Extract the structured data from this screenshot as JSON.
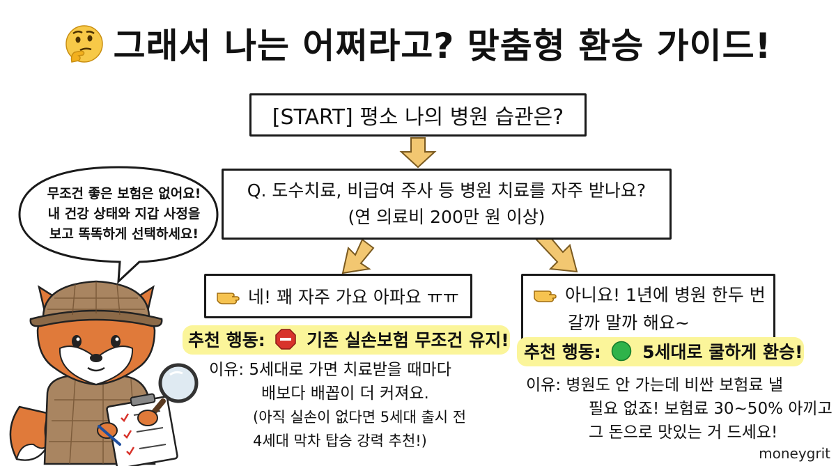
{
  "title": {
    "text": "그래서 나는 어쩌라고? 맞춤형 환승 가이드!",
    "emoji_icon": "thinking-face-icon"
  },
  "start": {
    "text": "[START] 평소 나의 병원 습관은?"
  },
  "question": {
    "line1": "Q. 도수치료, 비급여 주사 등 병원 치료를 자주 받나요?",
    "line2": "(연 의료비 200만 원 이상)"
  },
  "branches": {
    "yes": {
      "answer": "네! 꽤 자주 가요 아파요 ㅠㅠ",
      "recommend_label": "추천 행동:",
      "recommend_icon": "stop-sign-icon",
      "recommend_text": "기존 실손보험 무조건 유지!",
      "reason": [
        "이유: 5세대로 가면 치료받을 때마다",
        "배보다 배꼽이 더 커져요.",
        "(아직 실손이 없다면 5세대 출시 전",
        "4세대 막차 탑승 강력 추천!)"
      ]
    },
    "no": {
      "answer_line1": "아니요! 1년에 병원 한두 번",
      "answer_line2": "갈까 말까 해요~",
      "recommend_label": "추천 행동:",
      "recommend_icon": "green-circle-icon",
      "recommend_text": "5세대로 쿨하게 환승!",
      "reason": [
        "이유: 병원도 안 가는데 비싼 보험료 낼",
        "필요 없죠! 보험료 30~50% 아끼고",
        "그 돈으로 맛있는 거 드세요!"
      ]
    }
  },
  "speech_bubble": {
    "line1": "무조건 좋은 보험은 없어요!",
    "line2": "내 건강 상태와 지갑 사정을",
    "line3": "보고 똑똑하게 선택하세요!"
  },
  "mascot": "detective-fox-icon",
  "brand": "moneygrit",
  "colors": {
    "arrow": "#f2c771",
    "highlight": "#fbf59a",
    "fox": "#e07a3a",
    "stop": "#d8332b",
    "go": "#2fb34a"
  }
}
